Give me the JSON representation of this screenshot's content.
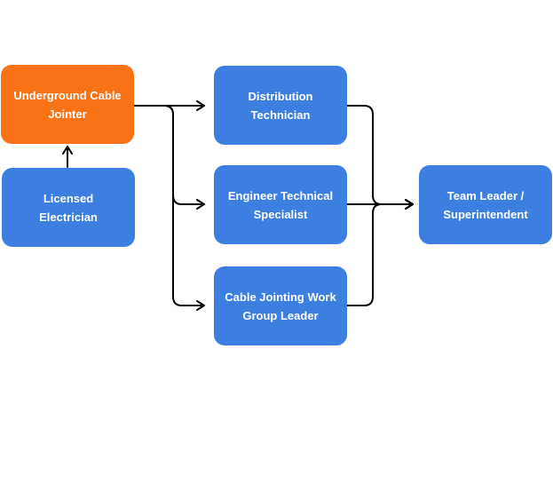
{
  "nodes": {
    "underground_cable_jointer": {
      "label": "Underground Cable Jointer",
      "color": "#fa7216"
    },
    "licensed_electrician": {
      "label": "Licensed Electrician",
      "color": "#3d7fe0"
    },
    "distribution_technician": {
      "label": "Distribution Technician",
      "color": "#3d7fe0"
    },
    "engineer_technical_specialist": {
      "label": "Engineer Technical Specialist",
      "color": "#3d7fe0"
    },
    "cable_jointing_work_group_leader": {
      "label": "Cable Jointing Work Group Leader",
      "color": "#3d7fe0"
    },
    "team_leader_superintendent": {
      "label": "Team Leader / Superintendent",
      "color": "#3d7fe0"
    }
  },
  "edges": [
    {
      "from": "licensed_electrician",
      "to": "underground_cable_jointer"
    },
    {
      "from": "underground_cable_jointer",
      "to": "distribution_technician"
    },
    {
      "from": "underground_cable_jointer",
      "to": "engineer_technical_specialist"
    },
    {
      "from": "underground_cable_jointer",
      "to": "cable_jointing_work_group_leader"
    },
    {
      "from": "distribution_technician",
      "to": "team_leader_superintendent"
    },
    {
      "from": "engineer_technical_specialist",
      "to": "team_leader_superintendent"
    },
    {
      "from": "cable_jointing_work_group_leader",
      "to": "team_leader_superintendent"
    }
  ]
}
